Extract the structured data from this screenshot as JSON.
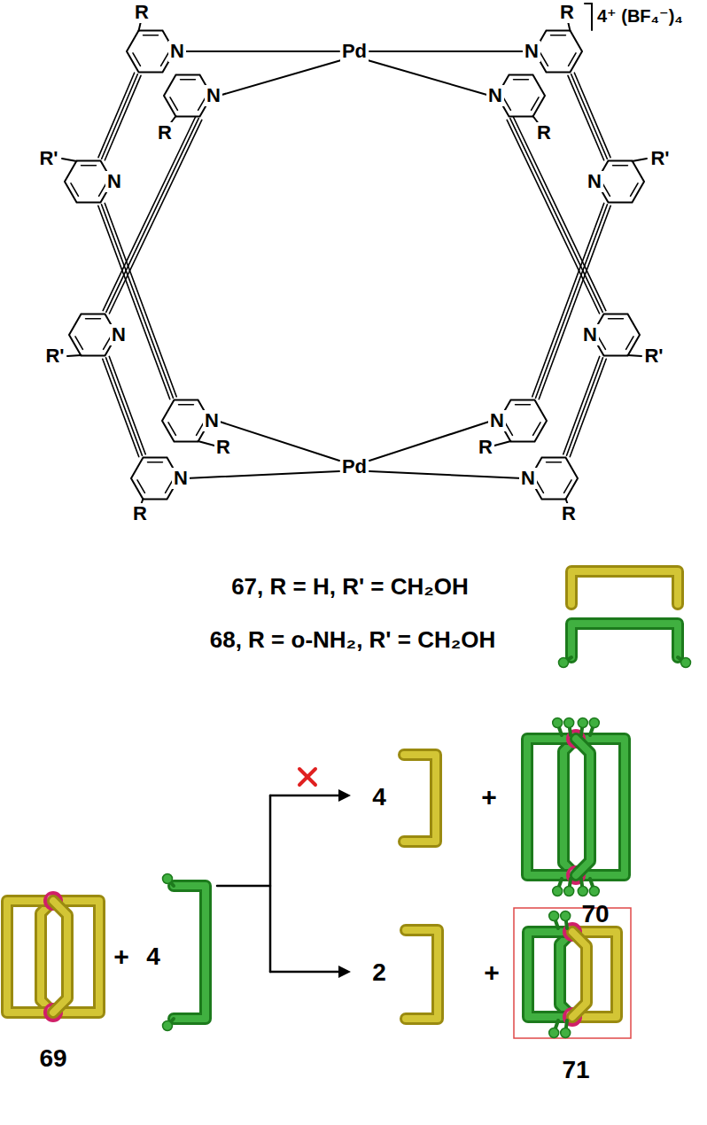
{
  "diagram": {
    "labels": [
      "4⁺ (BF₄⁻)₄",
      "R",
      "R",
      "N",
      "Pd",
      "N",
      "N",
      "N",
      "R",
      "R",
      "R'",
      "R'",
      "N",
      "N",
      "N",
      "N",
      "R'",
      "R'",
      "N",
      "N",
      "R",
      "R",
      "Pd",
      "N",
      "N",
      "R",
      "R",
      "67, R = H, R' = CH₂OH",
      "68, R = o-NH₂, R' = CH₂OH",
      "69",
      "+",
      "4",
      "4",
      "+",
      "70",
      "2",
      "+",
      "71"
    ]
  }
}
